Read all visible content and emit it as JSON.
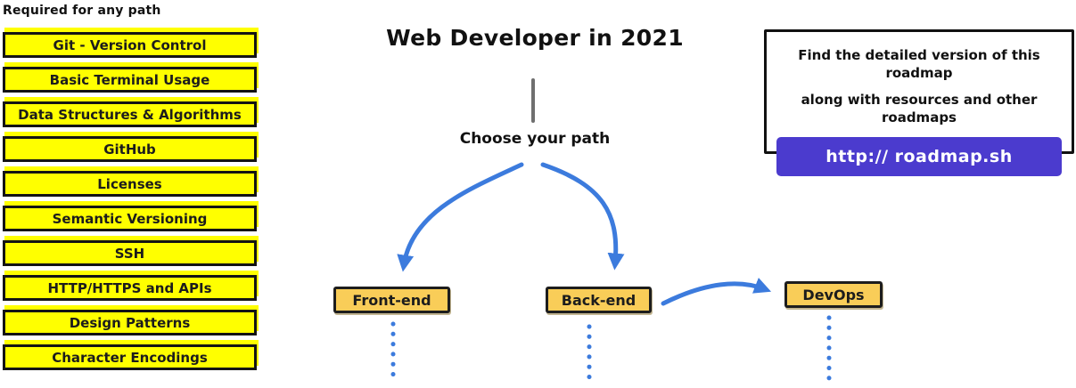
{
  "colors": {
    "topic_fill": "#ffff00",
    "path_fill": "#f9cd58",
    "arrow_blue": "#3c7bdd",
    "button_purple": "#4b3bce",
    "border_black": "#141414"
  },
  "left_panel": {
    "heading": "Required for any path",
    "items": [
      "Git - Version Control",
      "Basic Terminal Usage",
      "Data Structures & Algorithms",
      "GitHub",
      "Licenses",
      "Semantic Versioning",
      "SSH",
      "HTTP/HTTPS and APIs",
      "Design Patterns",
      "Character Encodings"
    ]
  },
  "center": {
    "title": "Web Developer in 2021",
    "choose_label": "Choose your path",
    "paths": [
      {
        "label": "Front-end"
      },
      {
        "label": "Back-end"
      },
      {
        "label": "DevOps"
      }
    ]
  },
  "info_box": {
    "line1": "Find the detailed version of this roadmap",
    "line2": "along with resources and other roadmaps",
    "button_label": "http:// roadmap.sh"
  }
}
